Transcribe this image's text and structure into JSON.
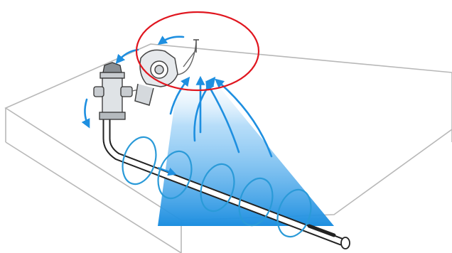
{
  "diagram": {
    "kind": "pipe-signal-locator-illustration",
    "components": {
      "ground_slab": {
        "label": ""
      },
      "hydrant": {
        "label": ""
      },
      "transmitter": {
        "label": ""
      },
      "pipe": {
        "label": ""
      },
      "signal_cone": {
        "label": ""
      },
      "highlight_circle": {
        "label": ""
      }
    },
    "field_loop_count": 5,
    "signal_arrow_count": 5,
    "colors": {
      "signal_blue": "#1e8fe0",
      "loop_blue": "#2a9ad8",
      "highlight_red": "#e0161f",
      "outline_gray": "#b8b8b8",
      "pipe_dark": "#222222"
    }
  }
}
